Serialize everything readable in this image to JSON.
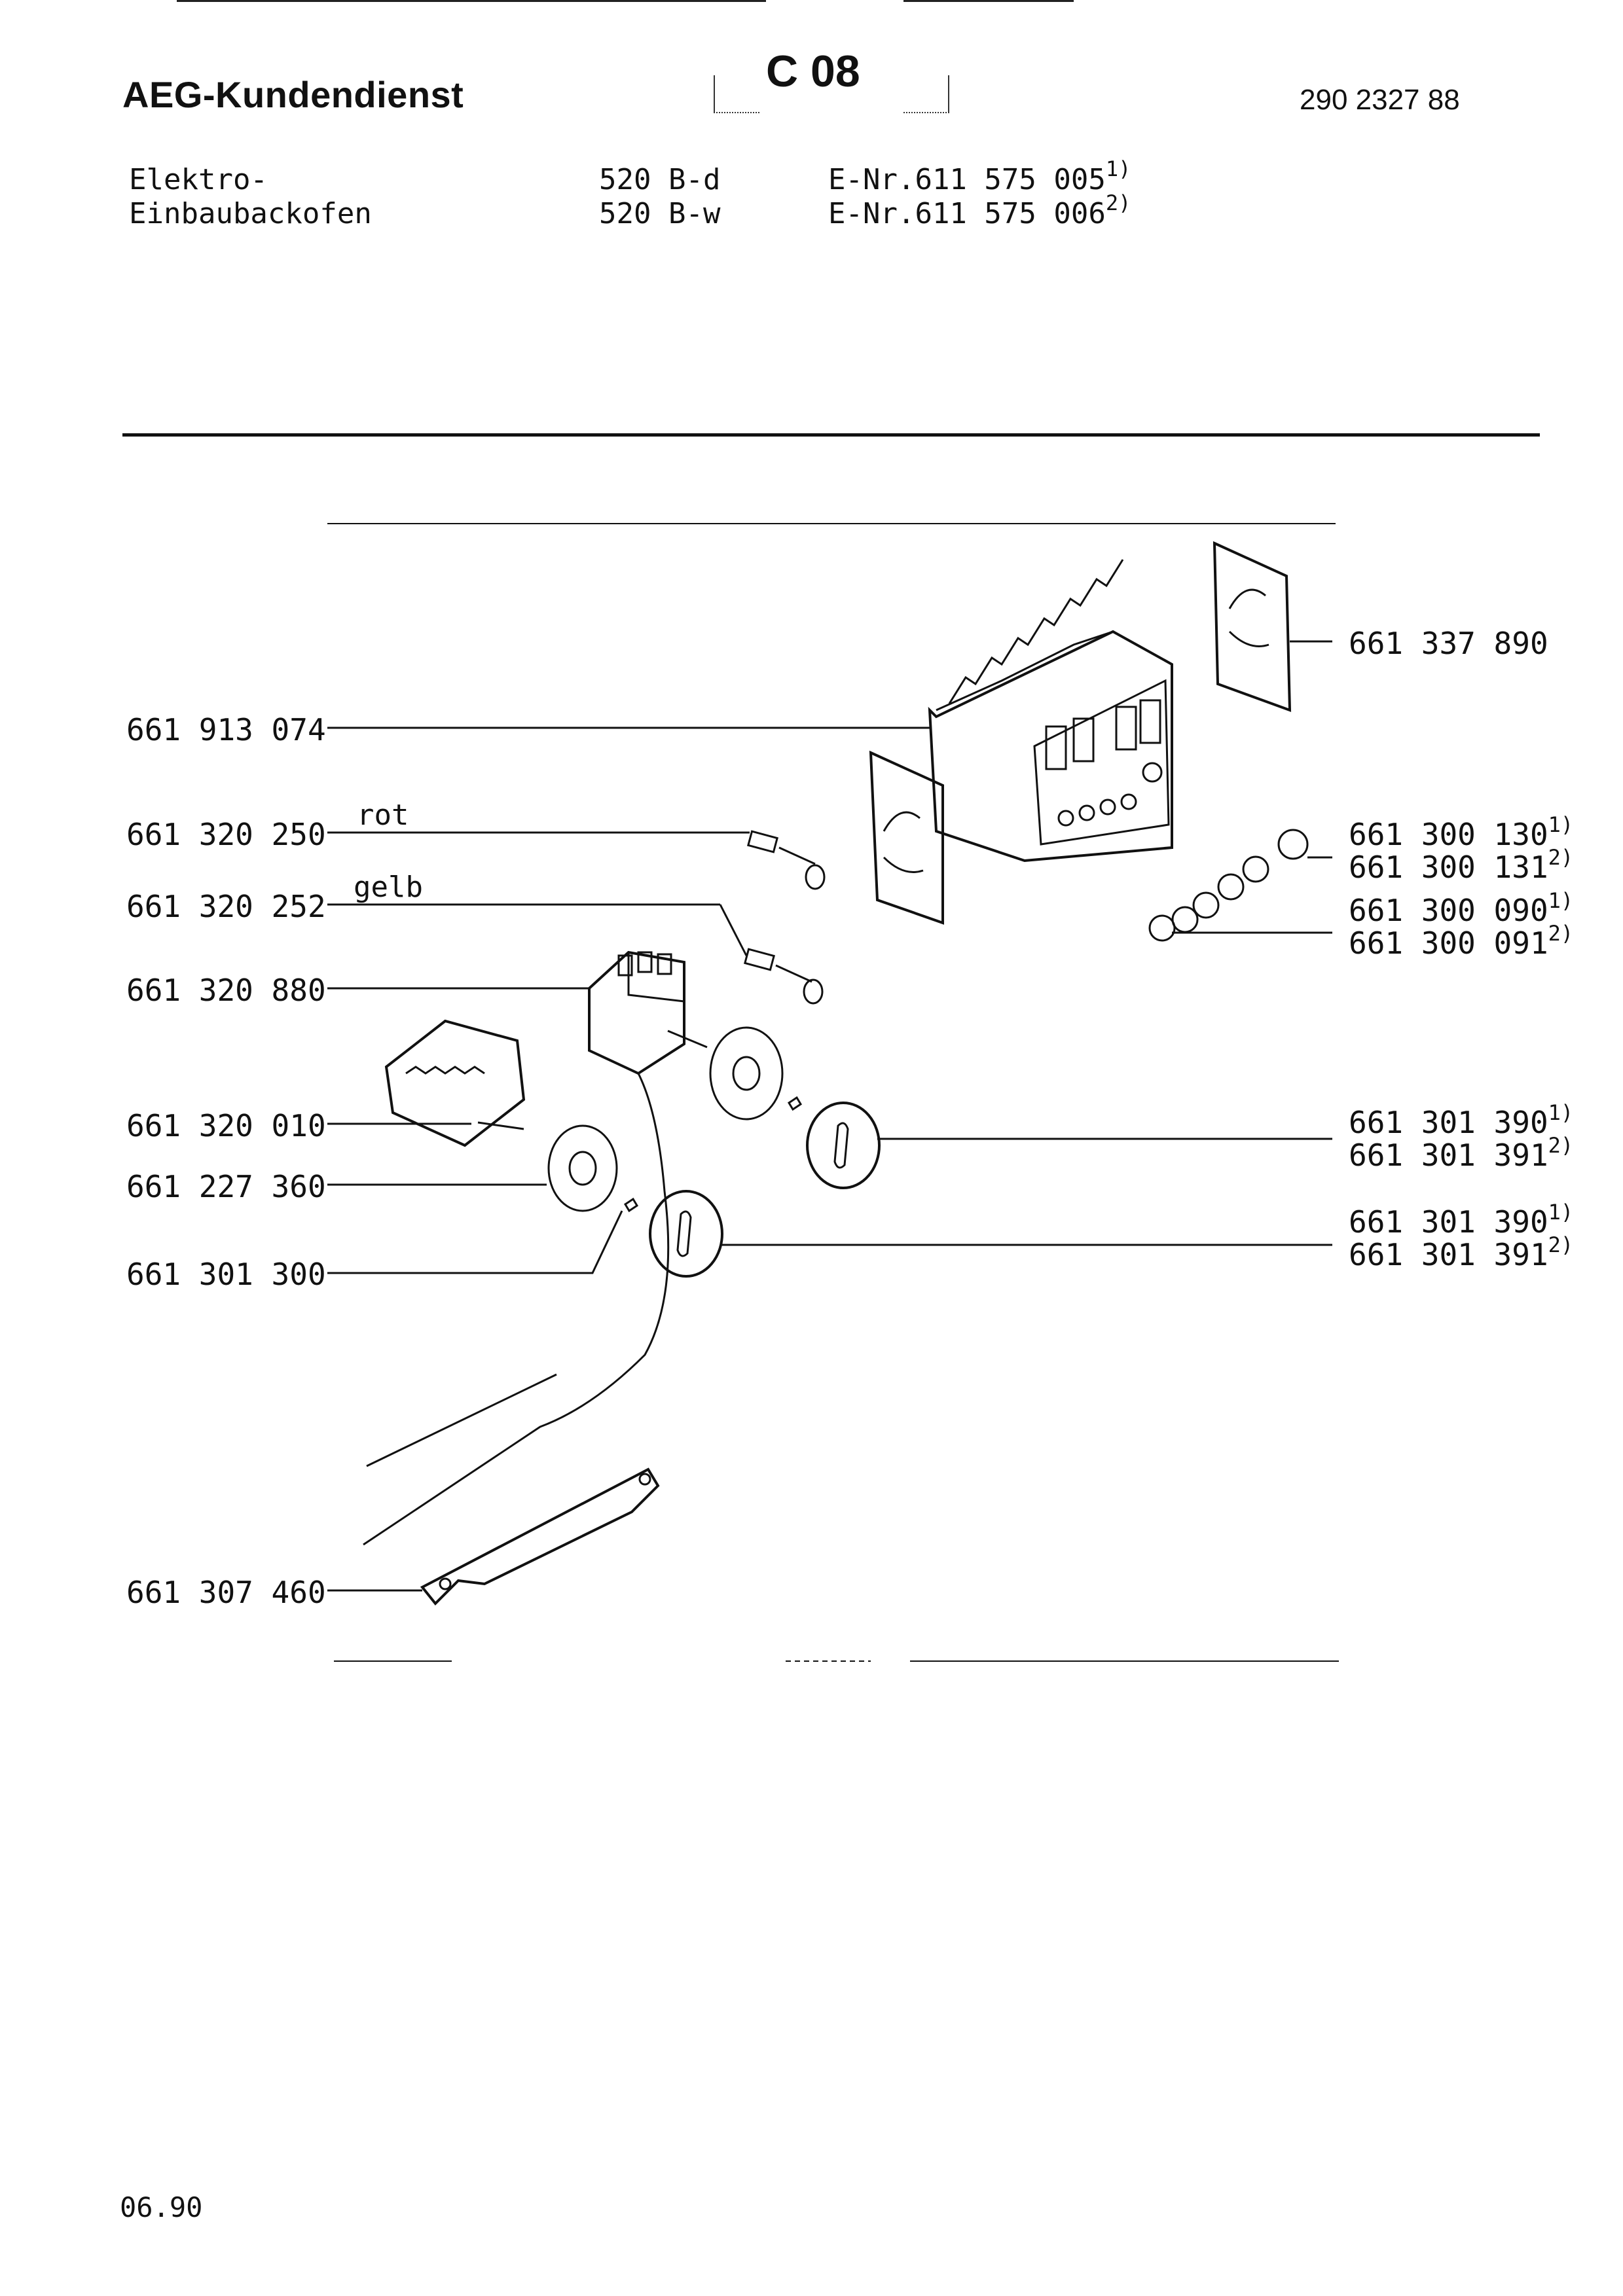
{
  "header": {
    "brand": "AEG-Kundendienst",
    "section_code": "C 08",
    "document_number": "290 2327 88"
  },
  "product": {
    "type_line1": "Elektro-",
    "type_line2": "Einbaubackofen",
    "models": [
      {
        "model": "520 B-d",
        "enr": "E-Nr.611 575 005",
        "note": "1)"
      },
      {
        "model": "520 B-w",
        "enr": "E-Nr.611 575 006",
        "note": "2)"
      }
    ]
  },
  "parts_left": [
    {
      "number": "661 913 074"
    },
    {
      "number": "661 320 250",
      "wire_color": "rot"
    },
    {
      "number": "661 320 252",
      "wire_color": "gelb"
    },
    {
      "number": "661 320 880"
    },
    {
      "number": "661 320 010"
    },
    {
      "number": "661 227 360"
    },
    {
      "number": "661 301 300"
    },
    {
      "number": "661 307 460"
    }
  ],
  "parts_right": [
    {
      "number": "661 337 890"
    },
    {
      "number": "661 300 130",
      "note": "1)"
    },
    {
      "number": "661 300 131",
      "note": "2)"
    },
    {
      "number": "661 300 090",
      "note": "1)"
    },
    {
      "number": "661 300 091",
      "note": "2)"
    },
    {
      "number": "661 301 390",
      "note": "1)"
    },
    {
      "number": "661 301 391",
      "note": "2)"
    },
    {
      "number": "661 301 390",
      "note": "1)"
    },
    {
      "number": "661 301 391",
      "note": "2)"
    }
  ],
  "footer": {
    "date": "06.90"
  }
}
